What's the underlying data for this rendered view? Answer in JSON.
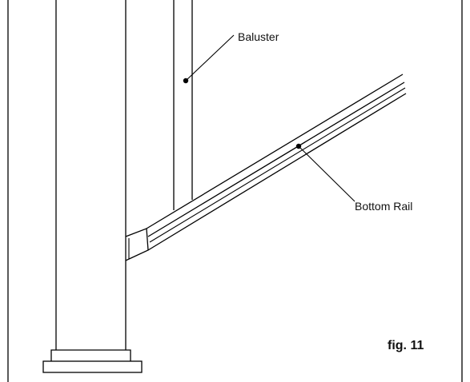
{
  "labels": {
    "baluster": "Baluster",
    "bottom_rail": "Bottom Rail"
  },
  "figure_label": "fig. 11"
}
